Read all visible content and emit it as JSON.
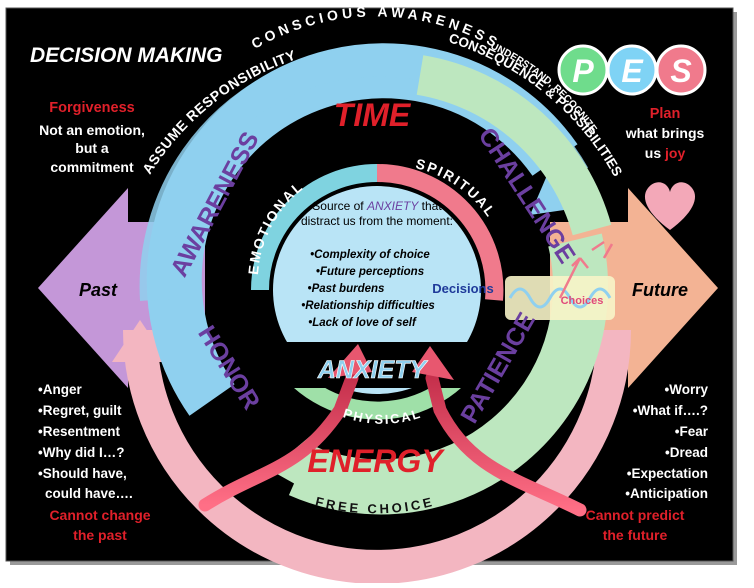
{
  "title": "DECISION MAKING",
  "logo": {
    "letters": [
      "P",
      "E",
      "S"
    ],
    "colors": [
      "#6fdc8c",
      "#7fd3f5",
      "#f07a8c"
    ]
  },
  "arc_labels": {
    "assume": "ASSUME RESPONSIBILITY",
    "conscious": "CONSCIOUS AWARENESS",
    "understand": "UNDERSTAND, RECOGNIZE",
    "consequence": "CONSEQUENCE & POSSIBILITIES",
    "free_choice": "FREE CHOICE"
  },
  "quadrants": {
    "time": "TIME",
    "energy": "ENERGY",
    "awareness": "AWARENESS",
    "challenge": "CHALLENGE",
    "honor": "HONOR",
    "patience": "PATIENCE"
  },
  "inner_ring": {
    "emotional": "EMOTIONAL",
    "spiritual": "SPIRITUAL",
    "physical": "PHYSICAL"
  },
  "center": {
    "heading_pre": "Source of ",
    "heading_em": "ANXIETY",
    "heading_post": " that",
    "heading_line2": "distract us from the moment:",
    "items": [
      "•Complexity of choice",
      "•Future perceptions",
      "•Past burdens",
      "•Relationship difficulties",
      "•Lack of love of self"
    ],
    "decisions": "Decisions",
    "anxiety": "ANXIETY",
    "choices": "Choices"
  },
  "left": {
    "arrow_label": "Past",
    "forgiveness_title": "Forgiveness",
    "forgiveness_lines": [
      "Not an emotion,",
      "but a",
      "commitment"
    ],
    "feelings": [
      "•Anger",
      "•Regret, guilt",
      "•Resentment",
      "•Why did I…?",
      "•Should have,",
      "could have…."
    ],
    "footer": [
      "Cannot change",
      "the past"
    ]
  },
  "right": {
    "arrow_label": "Future",
    "plan_title": "Plan",
    "plan_lines": [
      "what brings",
      "us "
    ],
    "plan_joy": "joy",
    "feelings": [
      "•Worry",
      "•What if….?",
      "•Fear",
      "•Dread",
      "•Expectation",
      "•Anticipation"
    ],
    "footer": [
      "Cannot predict",
      "the future"
    ]
  },
  "colors": {
    "background": "#000000",
    "blue_ring": "#8fd0ef",
    "green_ring": "#bde7bf",
    "pink_ring": "#f3b6c1",
    "purple_text": "#6b3fa0",
    "red_text": "#e0202a",
    "past_arrow": "#c497d8",
    "future_arrow": "#f3b394",
    "pink_arrow": "#e8576f",
    "heart": "#f3a8b8"
  }
}
